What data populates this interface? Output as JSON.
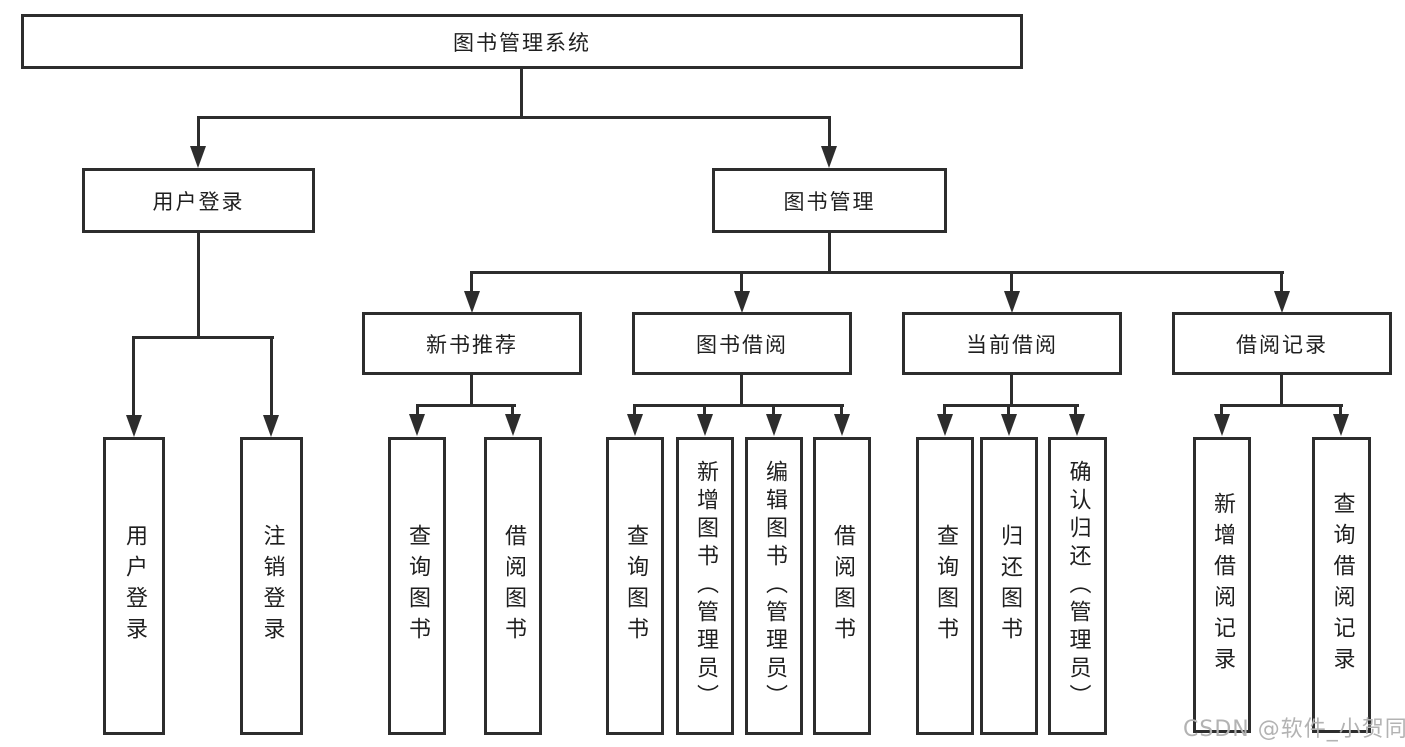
{
  "root": {
    "label": "图书管理系统"
  },
  "level2": {
    "user_login": {
      "label": "用户登录"
    },
    "book_mgmt": {
      "label": "图书管理"
    }
  },
  "level3": {
    "new_book_rec": {
      "label": "新书推荐"
    },
    "book_borrow": {
      "label": "图书借阅"
    },
    "current_borrow": {
      "label": "当前借阅"
    },
    "borrow_records": {
      "label": "借阅记录"
    }
  },
  "leaves": {
    "user_login": [
      {
        "label": "用户登录"
      },
      {
        "label": "注销登录"
      }
    ],
    "new_book_rec": [
      {
        "label": "查询图书"
      },
      {
        "label": "借阅图书"
      }
    ],
    "book_borrow": [
      {
        "label": "查询图书"
      },
      {
        "label": "新增图书（管理员）"
      },
      {
        "label": "编辑图书（管理员）"
      },
      {
        "label": "借阅图书"
      }
    ],
    "current_borrow": [
      {
        "label": "查询图书"
      },
      {
        "label": "归还图书"
      },
      {
        "label": "确认归还（管理员）"
      }
    ],
    "borrow_records": [
      {
        "label": "新增借阅记录"
      },
      {
        "label": "查询借阅记录"
      }
    ]
  },
  "watermark": {
    "text": "CSDN @软件_小贺同学"
  },
  "colors": {
    "line": "#2d2d2d",
    "text": "#1f1f1f",
    "watermark": "#b3b3b3",
    "background": "#ffffff"
  }
}
